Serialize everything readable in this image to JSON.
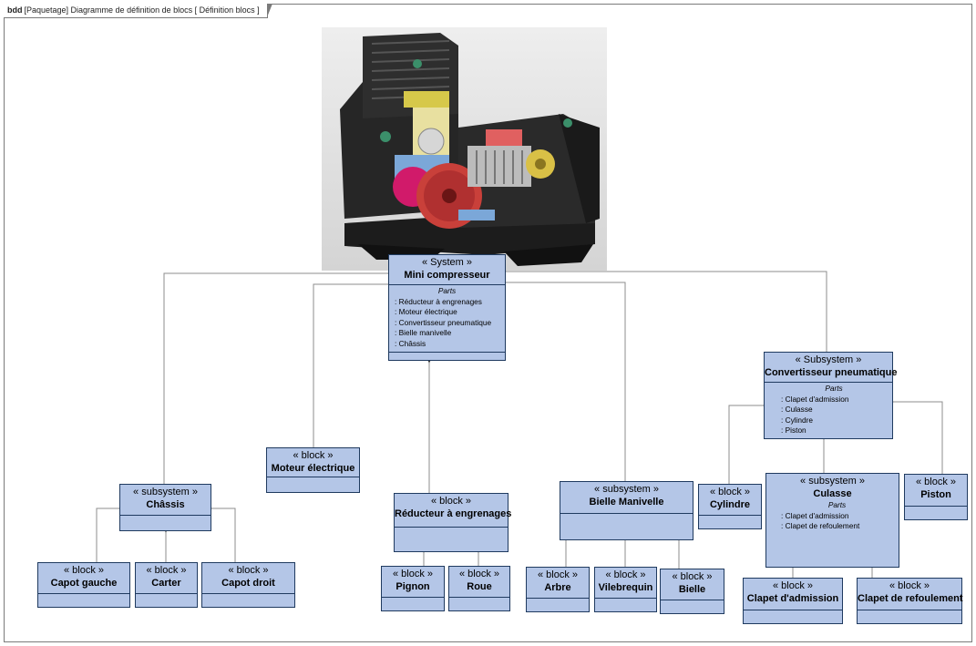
{
  "frame": {
    "kind": "bdd",
    "header": "[Paquetage] Diagramme de définition de blocs [ Définition blocs ]"
  },
  "photo": {
    "description_icon": "compressor-cutaway-image"
  },
  "colors": {
    "block_fill": "#b4c6e7",
    "block_border": "#1f3a5f",
    "wire": "#8c8c8c"
  },
  "blocks": {
    "mini_compresseur": {
      "stereotype": "« System »",
      "name": "Mini compresseur",
      "parts_heading": "Parts",
      "parts": [
        ": Réducteur à engrenages",
        ": Moteur électrique",
        ": Convertisseur pneumatique",
        ": Bielle manivelle",
        ": Châssis"
      ]
    },
    "convertisseur": {
      "stereotype": "« Subsystem »",
      "name": "Convertisseur pneumatique",
      "parts_heading": "Parts",
      "parts": [
        ": Clapet d'admission",
        ": Culasse",
        ": Cylindre",
        ": Piston"
      ]
    },
    "moteur": {
      "stereotype": "« block »",
      "name": "Moteur électrique"
    },
    "chassis": {
      "stereotype": "« subsystem »",
      "name": "Châssis"
    },
    "reducteur": {
      "stereotype": "« block »",
      "name": "Réducteur à engrenages"
    },
    "bielle_manivelle": {
      "stereotype": "« subsystem »",
      "name": "Bielle Manivelle"
    },
    "cylindre": {
      "stereotype": "« block »",
      "name": "Cylindre"
    },
    "culasse": {
      "stereotype": "« subsystem »",
      "name": "Culasse",
      "parts_heading": "Parts",
      "parts": [
        ": Clapet d'admission",
        ": Clapet de refoulement"
      ]
    },
    "piston": {
      "stereotype": "« block »",
      "name": "Piston"
    },
    "capot_gauche": {
      "stereotype": "« block »",
      "name": "Capot gauche"
    },
    "carter": {
      "stereotype": "« block »",
      "name": "Carter"
    },
    "capot_droit": {
      "stereotype": "« block »",
      "name": "Capot droit"
    },
    "pignon": {
      "stereotype": "« block »",
      "name": "Pignon"
    },
    "roue": {
      "stereotype": "« block »",
      "name": "Roue"
    },
    "arbre": {
      "stereotype": "« block »",
      "name": "Arbre"
    },
    "vilebrequin": {
      "stereotype": "« block »",
      "name": "Vilebrequin"
    },
    "bielle": {
      "stereotype": "« block »",
      "name": "Bielle"
    },
    "clapet_admission": {
      "stereotype": "« block »",
      "name": "Clapet d'admission"
    },
    "clapet_refoulement": {
      "stereotype": "« block »",
      "name": "Clapet de refoulement"
    }
  }
}
